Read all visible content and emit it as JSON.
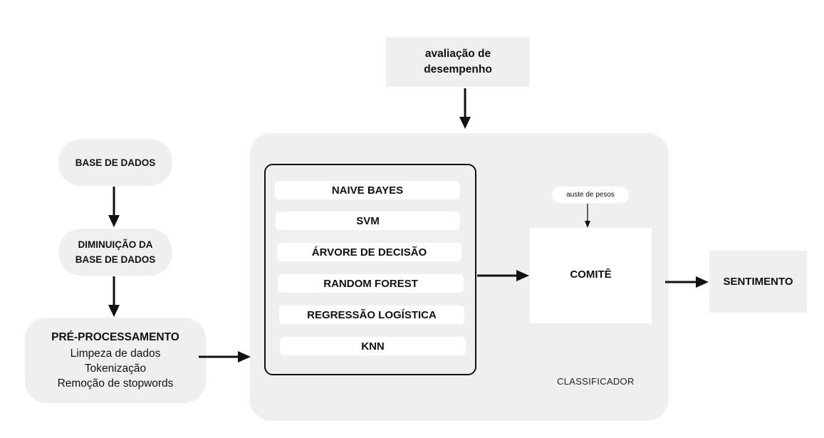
{
  "evaluation": {
    "line1": "avaliação de",
    "line2": "desempenho"
  },
  "database": {
    "label": "BASE DE DADOS"
  },
  "reduction": {
    "line1": "DIMINUIÇÃO DA",
    "line2": "BASE DE DADOS"
  },
  "preprocessing": {
    "title": "PRÉ-PROCESSAMENTO",
    "steps": [
      "Limpeza de dados",
      "Tokenização",
      "Remoção de stopwords"
    ]
  },
  "models": [
    "NAIVE BAYES",
    "SVM",
    "ÁRVORE DE DECISÃO",
    "RANDOM FOREST",
    "REGRESSÃO LOGÍSTICA",
    "KNN"
  ],
  "weights": {
    "label": "auste de pesos"
  },
  "committee": {
    "label": "COMITÊ"
  },
  "classifier": {
    "label": "CLASSIFICADOR"
  },
  "sentiment": {
    "label": "SENTIMENTO"
  },
  "colors": {
    "panel": "#efefef",
    "stroke": "#111111",
    "card": "#ffffff"
  }
}
